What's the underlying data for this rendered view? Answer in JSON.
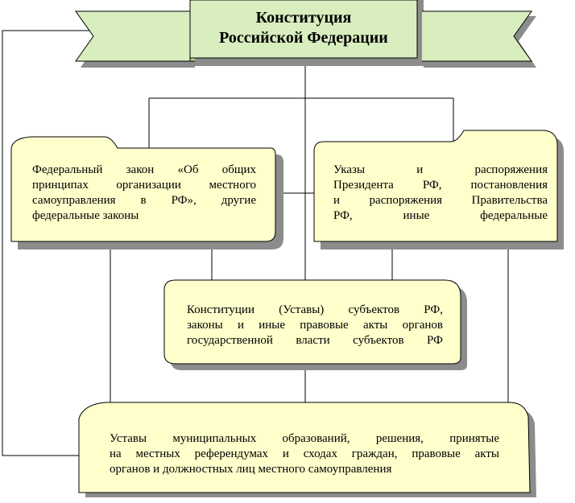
{
  "title": {
    "line1": "Конституция",
    "line2": "Российской Федерации"
  },
  "boxes": {
    "federal_law": {
      "line1": "Федеральный закон «Об общих",
      "line2": "принципах организации местного",
      "line3": "самоуправления в РФ», другие",
      "line4": "федеральные законы"
    },
    "decrees": {
      "line1": "Указы и распоряжения",
      "line2": "Президента РФ, постановления",
      "line3": "и распоряжения Правительства",
      "line4": "РФ, иные федеральные"
    },
    "subjects": {
      "line1": "Конституции (Уставы) субъектов РФ,",
      "line2": "законы и иные правовые акты органов",
      "line3": "государственной власти субъектов РФ"
    },
    "municipal": {
      "line1": "Уставы муниципальных образований, решения, принятые",
      "line2": "на местных референдумах и сходах граждан, правовые акты",
      "line3": "органов и должностных лиц местного самоуправления"
    }
  },
  "colors": {
    "box_fill": "#ffffcc",
    "banner_fill": "#d9eebf",
    "shadow": "#8c8c8c",
    "line": "#000000"
  }
}
